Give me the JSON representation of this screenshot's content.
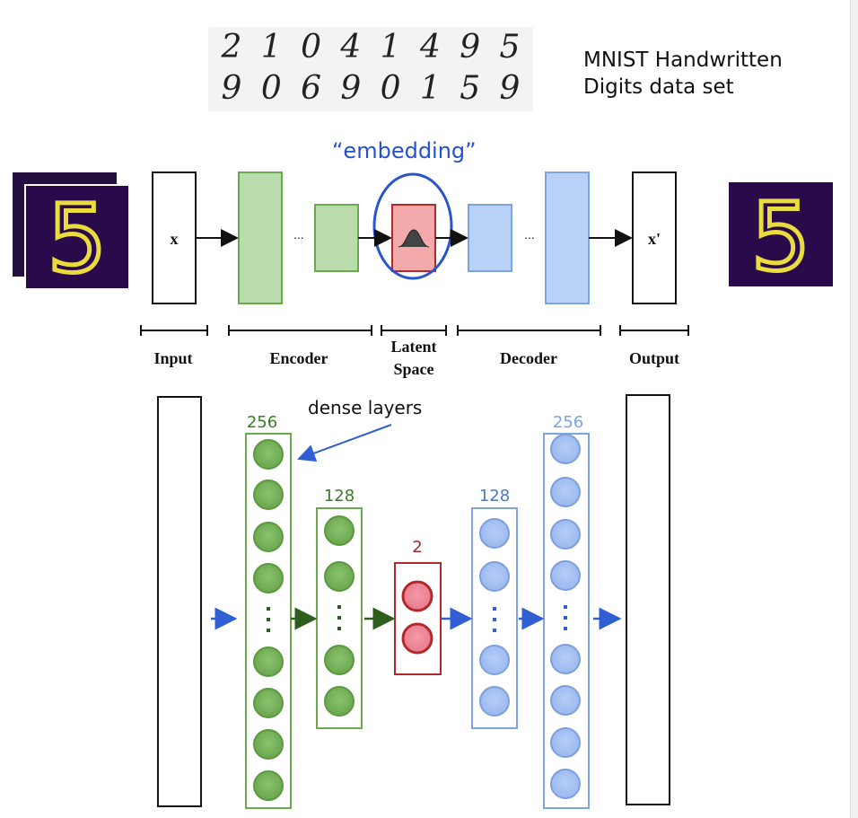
{
  "caption": "MNIST Handwritten Digits data set",
  "mnist_digits": {
    "row1": [
      "2",
      "1",
      "0",
      "4",
      "1",
      "4",
      "9",
      "5"
    ],
    "row2": [
      "9",
      "0",
      "6",
      "9",
      "0",
      "1",
      "5",
      "9"
    ]
  },
  "embedding_label": "“embedding”",
  "dense_label": "dense layers",
  "architecture": {
    "input_symbol": "x",
    "output_symbol": "x'",
    "ellipsis": "...",
    "sections": [
      "Input",
      "Encoder",
      "Latent",
      "Space",
      "Decoder",
      "Output"
    ]
  },
  "layers": {
    "enc1": "256",
    "enc2": "128",
    "latent": "2",
    "dec1": "128",
    "dec2": "256"
  },
  "sample_digit": "5",
  "colors": {
    "encoder": "#6aaa4c",
    "encoder_fill": "#b8dcac",
    "latent": "#b02a2a",
    "latent_fill": "#f4aaaa",
    "decoder": "#7fa3e0",
    "decoder_fill": "#b9d1f6",
    "embedding_ring": "#2b54cf",
    "image_bg": "#2a0a4a",
    "digit": "#f0e040"
  }
}
